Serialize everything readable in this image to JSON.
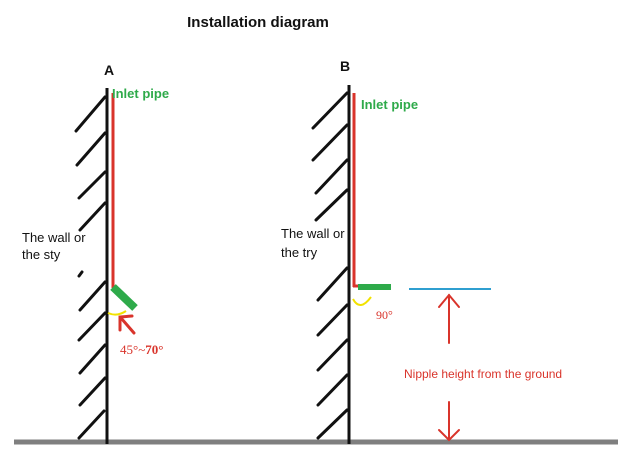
{
  "title": "Installation diagram",
  "diagram_a": {
    "label": "A",
    "inlet_label": "Inlet pipe",
    "wall_label_line1": "The wall or",
    "wall_label_line2": "the sty",
    "angle_prefix": "45°~",
    "angle_suffix": "70°"
  },
  "diagram_b": {
    "label": "B",
    "inlet_label": "Inlet pipe",
    "wall_label_line1": "The wall or",
    "wall_label_line2": "the try",
    "angle_label": "90°"
  },
  "nipple_label": "Nipple height from the ground",
  "colors": {
    "wall": "#111111",
    "pipe": "#d9342b",
    "inlet": "#2eaa4a",
    "arrow": "#d9342b",
    "angle_arc": "#f2e200",
    "nipple_line": "#2f9fd0",
    "ground": "#7f7f7f"
  }
}
